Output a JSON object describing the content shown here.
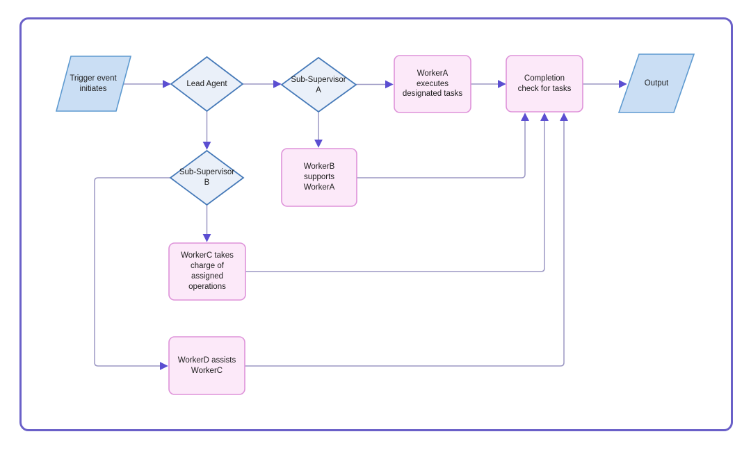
{
  "colors": {
    "page_bg": "#ffffff",
    "frame_border": "#6a60c8",
    "io_fill": "#cadef4",
    "io_border": "#5e9ad0",
    "decision_fill": "#eaf0f9",
    "decision_border": "#4579b8",
    "process_fill": "#fce9f9",
    "process_border": "#de92d9",
    "connector": "#9b97c3",
    "arrowhead": "#5b4ed1",
    "label_text": "#1c1c1c"
  },
  "diagram": {
    "type": "flowchart",
    "nodes": [
      {
        "id": "trigger-event",
        "shape": "parallelogram",
        "label": "Trigger event\ninitiates"
      },
      {
        "id": "lead-agent",
        "shape": "diamond",
        "label": "Lead Agent"
      },
      {
        "id": "sub-supervisor-a",
        "shape": "diamond",
        "label": "Sub-Supervisor\nA"
      },
      {
        "id": "worker-a",
        "shape": "process",
        "label": "WorkerA\nexecutes\ndesignated tasks"
      },
      {
        "id": "completion-check",
        "shape": "process",
        "label": "Completion\ncheck for tasks"
      },
      {
        "id": "output",
        "shape": "parallelogram",
        "label": "Output"
      },
      {
        "id": "sub-supervisor-b",
        "shape": "diamond",
        "label": "Sub-Supervisor\nB"
      },
      {
        "id": "worker-b",
        "shape": "process",
        "label": "WorkerB\nsupports\nWorkerA"
      },
      {
        "id": "worker-c",
        "shape": "process",
        "label": "WorkerC takes\ncharge of\nassigned\noperations"
      },
      {
        "id": "worker-d",
        "shape": "process",
        "label": "WorkerD assists\nWorkerC"
      }
    ],
    "edges": [
      {
        "from": "trigger-event",
        "to": "lead-agent"
      },
      {
        "from": "lead-agent",
        "to": "sub-supervisor-a"
      },
      {
        "from": "sub-supervisor-a",
        "to": "worker-a"
      },
      {
        "from": "worker-a",
        "to": "completion-check"
      },
      {
        "from": "completion-check",
        "to": "output"
      },
      {
        "from": "lead-agent",
        "to": "sub-supervisor-b"
      },
      {
        "from": "sub-supervisor-a",
        "to": "worker-b"
      },
      {
        "from": "sub-supervisor-b",
        "to": "worker-c"
      },
      {
        "from": "sub-supervisor-b",
        "to": "worker-d"
      },
      {
        "from": "worker-b",
        "to": "completion-check"
      },
      {
        "from": "worker-c",
        "to": "completion-check"
      },
      {
        "from": "worker-d",
        "to": "completion-check"
      }
    ]
  }
}
